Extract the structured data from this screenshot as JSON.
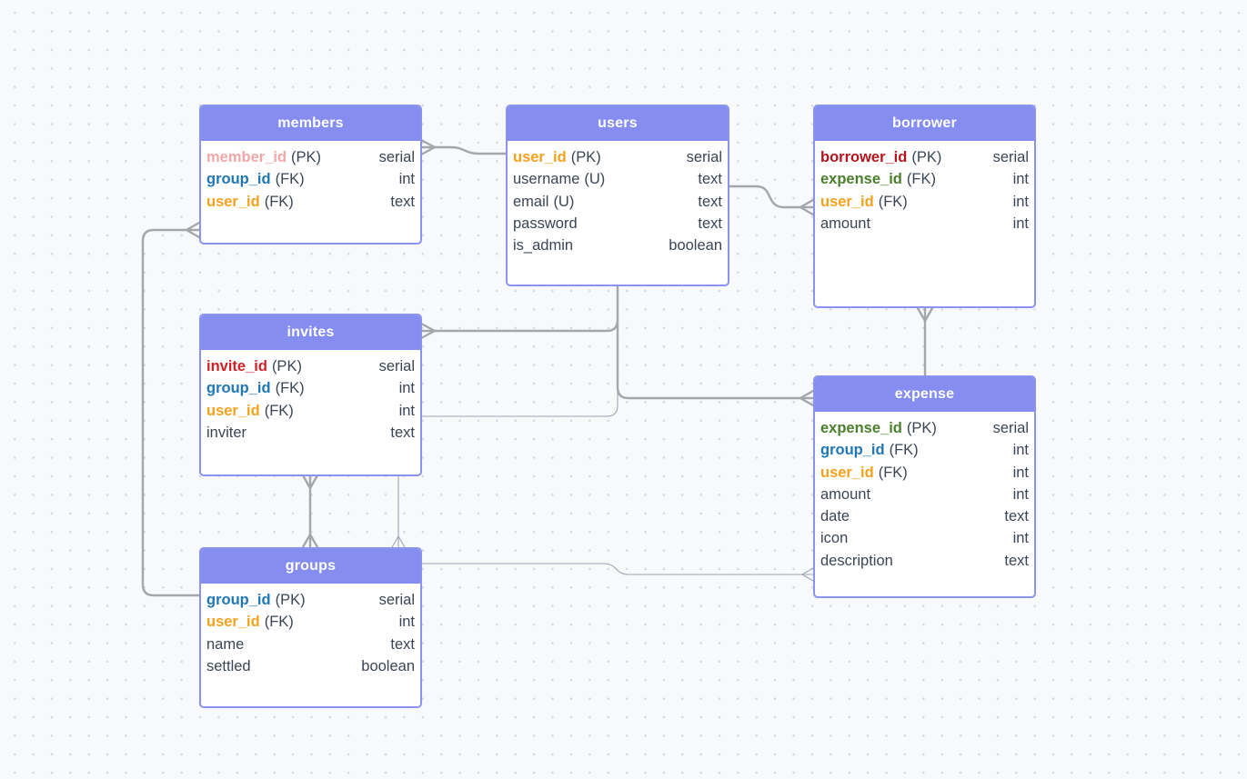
{
  "colors": {
    "header_bg": "#858df0",
    "border": "#8a93ee",
    "connector_thick": "#a4a6aa",
    "connector_thin": "#9ea4b4",
    "key_member_id": "#f3a6a6",
    "key_user_id": "#f4a11c",
    "key_group_id": "#1f77b4",
    "key_borrower_id": "#b3151d",
    "key_expense_id": "#4a7f2c",
    "key_invite_id": "#d41f27"
  },
  "tables": {
    "members": {
      "title": "members",
      "columns": [
        {
          "name": "member_id",
          "suffix": "(PK)",
          "type": "serial",
          "color": "#f3a6a6"
        },
        {
          "name": "group_id",
          "suffix": "(FK)",
          "type": "int",
          "color": "#1f77b4"
        },
        {
          "name": "user_id",
          "suffix": "(FK)",
          "type": "text",
          "color": "#f4a11c"
        }
      ]
    },
    "users": {
      "title": "users",
      "columns": [
        {
          "name": "user_id",
          "suffix": "(PK)",
          "type": "serial",
          "color": "#f4a11c"
        },
        {
          "name": "username",
          "suffix": "(U)",
          "type": "text",
          "color": ""
        },
        {
          "name": "email",
          "suffix": "(U)",
          "type": "text",
          "color": ""
        },
        {
          "name": "password",
          "suffix": "",
          "type": "text",
          "color": ""
        },
        {
          "name": "is_admin",
          "suffix": "",
          "type": "boolean",
          "color": ""
        }
      ]
    },
    "borrower": {
      "title": "borrower",
      "columns": [
        {
          "name": "borrower_id",
          "suffix": "(PK)",
          "type": "serial",
          "color": "#b3151d"
        },
        {
          "name": "expense_id",
          "suffix": "(FK)",
          "type": "int",
          "color": "#4a7f2c"
        },
        {
          "name": "user_id",
          "suffix": "(FK)",
          "type": "int",
          "color": "#f4a11c"
        },
        {
          "name": "amount",
          "suffix": "",
          "type": "int",
          "color": ""
        }
      ]
    },
    "invites": {
      "title": "invites",
      "columns": [
        {
          "name": "invite_id",
          "suffix": "(PK)",
          "type": "serial",
          "color": "#d41f27"
        },
        {
          "name": "group_id",
          "suffix": "(FK)",
          "type": "int",
          "color": "#1f77b4"
        },
        {
          "name": "user_id",
          "suffix": "(FK)",
          "type": "int",
          "color": "#f4a11c"
        },
        {
          "name": "inviter",
          "suffix": "",
          "type": "text",
          "color": ""
        }
      ]
    },
    "expense": {
      "title": "expense",
      "columns": [
        {
          "name": "expense_id",
          "suffix": "(PK)",
          "type": "serial",
          "color": "#4a7f2c"
        },
        {
          "name": "group_id",
          "suffix": "(FK)",
          "type": "int",
          "color": "#1f77b4"
        },
        {
          "name": "user_id",
          "suffix": "(FK)",
          "type": "int",
          "color": "#f4a11c"
        },
        {
          "name": "amount",
          "suffix": "",
          "type": "int",
          "color": ""
        },
        {
          "name": "date",
          "suffix": "",
          "type": "text",
          "color": ""
        },
        {
          "name": "icon",
          "suffix": "",
          "type": "int",
          "color": ""
        },
        {
          "name": "description",
          "suffix": "",
          "type": "text",
          "color": ""
        }
      ]
    },
    "groups": {
      "title": "groups",
      "columns": [
        {
          "name": "group_id",
          "suffix": "(PK)",
          "type": "serial",
          "color": "#1f77b4"
        },
        {
          "name": "user_id",
          "suffix": "(FK)",
          "type": "int",
          "color": "#f4a11c"
        },
        {
          "name": "name",
          "suffix": "",
          "type": "text",
          "color": ""
        },
        {
          "name": "settled",
          "suffix": "",
          "type": "boolean",
          "color": ""
        }
      ]
    }
  }
}
